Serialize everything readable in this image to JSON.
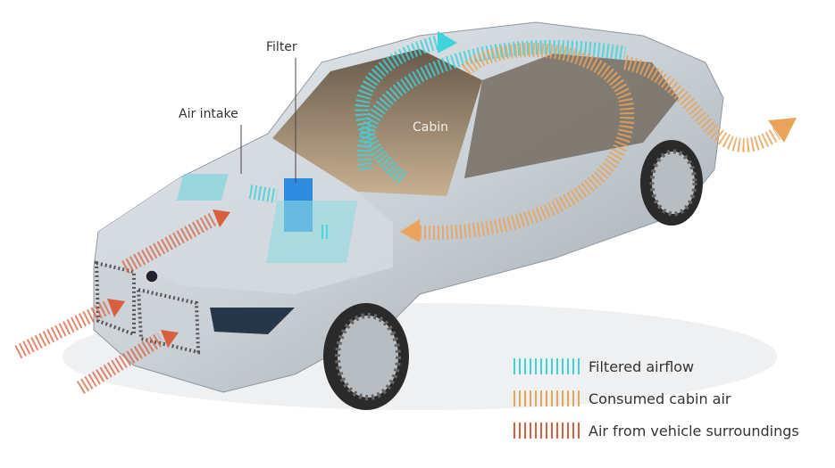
{
  "labels": {
    "filter": "Filter",
    "air_intake": "Air intake",
    "cabin": "Cabin"
  },
  "legend": [
    {
      "label": "Filtered airflow",
      "color": "#3fd3dc"
    },
    {
      "label": "Consumed cabin air",
      "color": "#eaa35a"
    },
    {
      "label": "Air from vehicle surroundings",
      "color": "#d9603f"
    }
  ]
}
